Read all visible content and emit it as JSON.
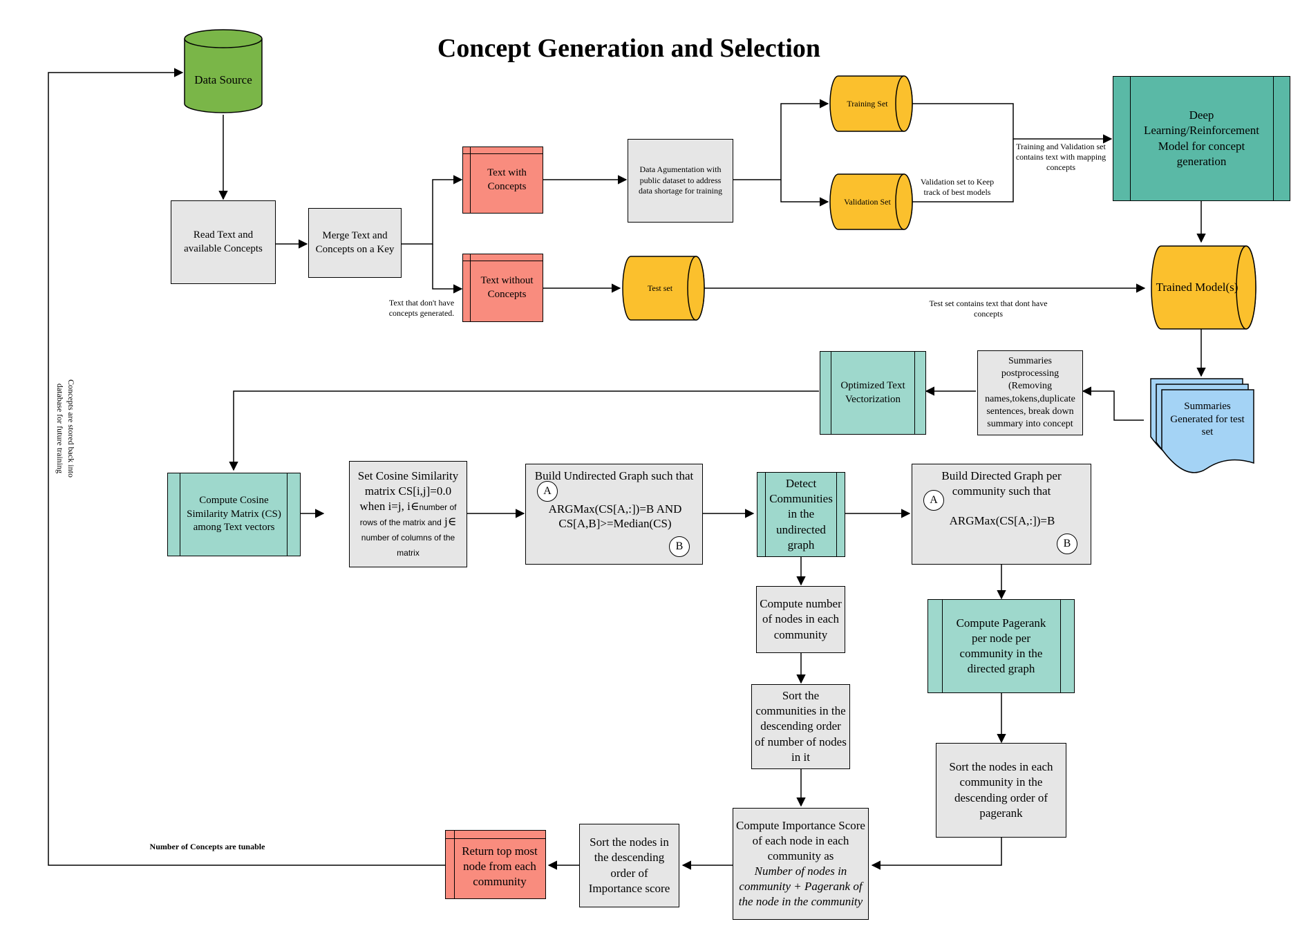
{
  "title": "Concept Generation and Selection",
  "nodes": {
    "data_source": "Data Source",
    "read_text": "Read Text and available Concepts",
    "merge_text": "Merge Text and Concepts on a Key",
    "text_with": "Text with Concepts",
    "text_without": "Text without Concepts",
    "augmentation": "Data Agumentation with public dataset  to address data shortage for training",
    "training_set": "Training Set",
    "validation_set": "Validation Set",
    "test_set": "Test set",
    "deep_model": "Deep Learning/Reinforcement Model for concept generation",
    "trained_model": "Trained Model(s)",
    "summaries": "Summaries Generated for test set",
    "postprocessing": "Summaries postprocessing (Removing names,tokens,duplicate sentences, break down summary into concept",
    "vectorization": "Optimized Text Vectorization",
    "cosine": "Compute Cosine Similarity Matrix (CS)  among Text vectors",
    "set_cosine_a": "Set Cosine Similarity matrix CS[i,j]=0.0 when i=j, i∈",
    "set_cosine_b": "number of rows of the matrix and",
    "set_cosine_c": " j∈ ",
    "set_cosine_d": "number of columns of the matrix",
    "undirected_title": "Build Undirected Graph such that",
    "undirected_rule": "ARGMax(CS[A,:])=B AND CS[A,B]>=Median(CS)",
    "detect": "Detect Communities in the undirected graph",
    "directed_title": "Build Directed Graph per community such that",
    "directed_rule": "ARGMax(CS[A,:])=B",
    "node_a": "A",
    "node_b": "B",
    "count_nodes": "Compute number of nodes in each community",
    "sort_communities": "Sort the communities in the descending order of number of nodes in it",
    "pagerank": "Compute Pagerank per node per community in the directed graph",
    "sort_pagerank": "Sort the nodes in each community in the descending order of pagerank",
    "importance_a": "Compute Importance Score of each node in each community as",
    "importance_b": "Number of nodes in community + Pagerank of the node in the community",
    "sort_importance": "Sort the nodes in the descending order of Importance score",
    "return_top": "Return top most node from each community"
  },
  "annotations": {
    "no_concepts": "Text that don't have concepts generated.",
    "validation_note": "Validation set to Keep track of best models",
    "training_note": "Training and Validation set contains text with mapping concepts",
    "test_note": "Test set contains text that dont have concepts",
    "stored_back": "Concepts are stored back into database for future training",
    "tunable": "Number of Concepts are tunable"
  },
  "colors": {
    "green": "#7ab648",
    "yellow": "#fbc02d",
    "salmon": "#f98c7e",
    "teal": "#9ed8cc",
    "dark_teal": "#5ab9a6",
    "blue": "#a4d3f5",
    "gray": "#e6e6e6"
  }
}
